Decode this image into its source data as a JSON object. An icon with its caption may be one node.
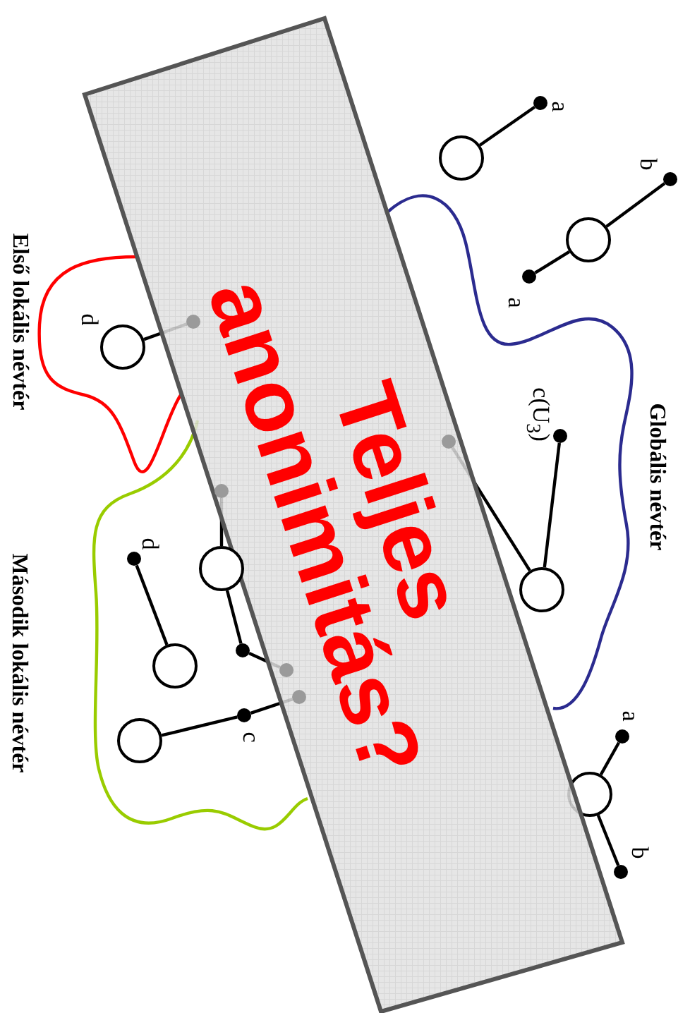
{
  "diagram": {
    "nodes": [
      {
        "text": [],
        "shape": "circle"
      },
      {
        "text": [],
        "shape": "dot",
        "beside": [
          "a"
        ]
      },
      {
        "text": [],
        "shape": "circle"
      },
      {
        "text": [],
        "shape": "dot",
        "beside": [
          "b"
        ]
      },
      {
        "text": [],
        "shape": "dot",
        "beside": [
          "a"
        ]
      },
      {
        "text": [],
        "shape": "dot",
        "beside": [
          "c(U$_{3}$)"
        ]
      },
      {
        "text": [],
        "shape": "circle"
      },
      {
        "text": [],
        "shape": "circle"
      },
      {
        "text": [],
        "shape": "dot",
        "beside": [
          "a"
        ]
      },
      {
        "text": [],
        "shape": "dot",
        "beside": [
          "b"
        ]
      },
      {
        "text": [],
        "shape": "circle",
        "beside": [
          "d"
        ]
      },
      {
        "text": [],
        "shape": "circle"
      },
      {
        "text": [],
        "shape": "dot"
      },
      {
        "text": [],
        "shape": "dot",
        "beside": [
          "d"
        ]
      },
      {
        "text": [],
        "shape": "circle"
      },
      {
        "text": [],
        "shape": "dot",
        "beside": [
          "c"
        ]
      },
      {
        "text": [],
        "shape": "circle"
      },
      {
        "text": [],
        "shape": "dot"
      },
      {
        "text": [],
        "shape": "dot"
      },
      {
        "text": [],
        "shape": "dot"
      },
      {
        "text": [],
        "shape": "dot"
      },
      {
        "text": [],
        "shape": "dot"
      }
    ],
    "edges": [
      {
        "from": 0,
        "to": 1,
        "arrow": "none"
      },
      {
        "from": 2,
        "to": 3,
        "arrow": "none"
      },
      {
        "from": 2,
        "to": 4,
        "arrow": "none"
      },
      {
        "from": 6,
        "to": 5,
        "arrow": "none"
      },
      {
        "from": 6,
        "to": 17,
        "arrow": "none"
      },
      {
        "from": 7,
        "to": 8,
        "arrow": "none"
      },
      {
        "from": 7,
        "to": 9,
        "arrow": "none"
      },
      {
        "from": 10,
        "to": 18,
        "arrow": "none"
      },
      {
        "from": 11,
        "to": 19,
        "arrow": "none"
      },
      {
        "from": 11,
        "to": 12,
        "arrow": "none"
      },
      {
        "from": 12,
        "to": 20,
        "arrow": "none"
      },
      {
        "from": 13,
        "to": 14,
        "arrow": "none"
      },
      {
        "from": 15,
        "to": 16,
        "arrow": "none"
      },
      {
        "from": 15,
        "to": 21,
        "arrow": "none"
      }
    ],
    "labels": [
      "Teljes anonimitás?",
      "Globális névtér",
      "Első lokális névtér",
      "Második lokális névtér"
    ]
  }
}
